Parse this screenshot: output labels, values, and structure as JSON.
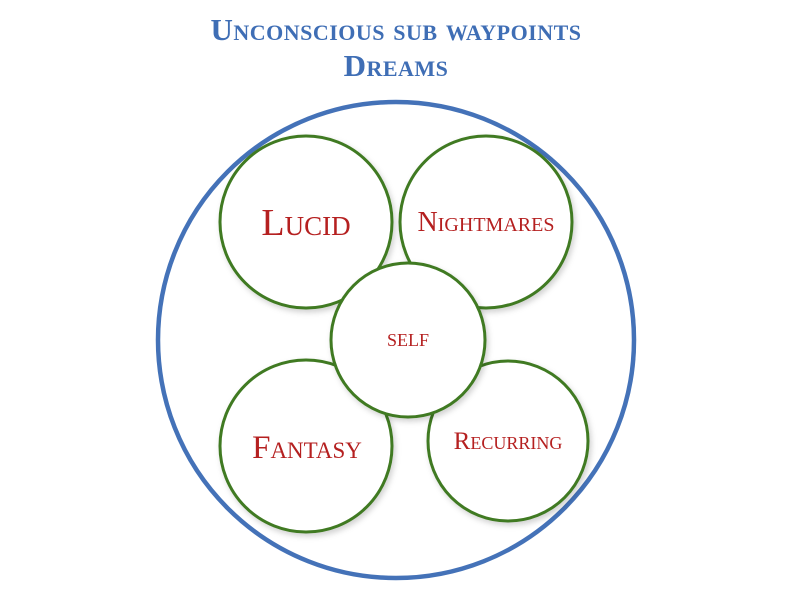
{
  "title": {
    "line1": "Unconscious sub waypoints",
    "line2": "Dreams"
  },
  "colors": {
    "title": "#3f6eb5",
    "outer_ring": "#4472b8",
    "node_border": "#3f7a22",
    "node_text": "#b52020",
    "background": "#ffffff"
  },
  "nodes": {
    "lucid": "Lucid",
    "nightmares": "Nightmares",
    "self": "self",
    "fantasy": "Fantasy",
    "recurring": "Recurring"
  }
}
